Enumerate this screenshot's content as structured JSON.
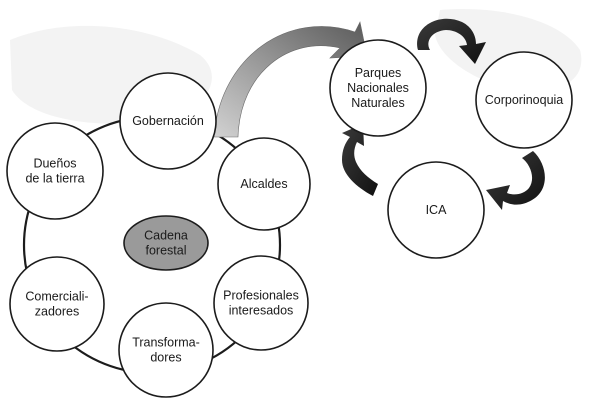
{
  "diagram": {
    "center": {
      "lines": [
        "Cadena",
        "forestal"
      ]
    },
    "cycle_nodes": [
      {
        "id": "gobernacion",
        "lines": [
          "Gobernación"
        ]
      },
      {
        "id": "alcaldes",
        "lines": [
          "Alcaldes"
        ]
      },
      {
        "id": "profesionales",
        "lines": [
          "Profesionales",
          "interesados"
        ]
      },
      {
        "id": "transformadores",
        "lines": [
          "Transforma-",
          "dores"
        ]
      },
      {
        "id": "comercializadores",
        "lines": [
          "Comerciali-",
          "zadores"
        ]
      },
      {
        "id": "duenos",
        "lines": [
          "Dueños",
          "de la tierra"
        ]
      }
    ],
    "institution_nodes": [
      {
        "id": "parques",
        "lines": [
          "Parques",
          "Nacionales",
          "Naturales"
        ]
      },
      {
        "id": "corporinoquia",
        "lines": [
          "Corporinoquia"
        ]
      },
      {
        "id": "ica",
        "lines": [
          "ICA"
        ]
      }
    ],
    "colors": {
      "stroke": "#1c1c1c",
      "center_fill": "#9a9a9a",
      "node_fill": "#ffffff",
      "big_arrow_light": "#d2d2d2",
      "big_arrow_dark": "#5a5a5a",
      "cycle_arrow": "#222222"
    }
  }
}
